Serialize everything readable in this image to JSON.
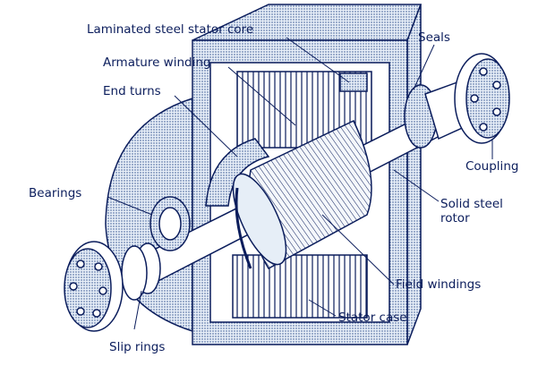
{
  "title": "Generator cutaway diagram",
  "labels": {
    "stator_core": "Laminated steel stator core",
    "armature": "Armature winding",
    "end_turns": "End turns",
    "seals": "Seals",
    "coupling": "Coupling",
    "bearings": "Bearings",
    "rotor_line1": "Solid steel",
    "rotor_line2": "rotor",
    "field_windings": "Field windings",
    "stator_case": "Stator case",
    "slip_rings": "Slip rings"
  },
  "colors": {
    "ink": "#0b1d5c",
    "fill": "#c9d9ec",
    "light": "#e6eef7"
  }
}
